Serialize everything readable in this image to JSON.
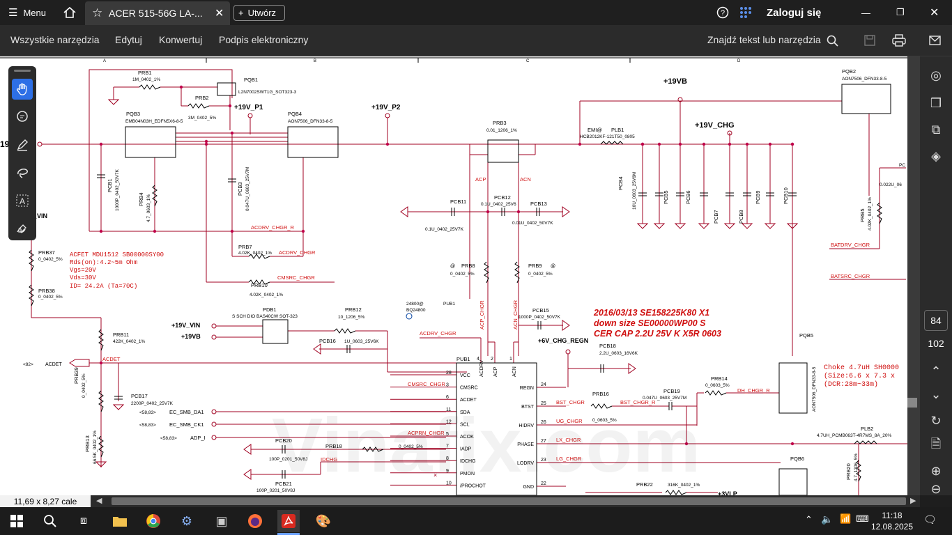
{
  "titlebar": {
    "menu_label": "Menu",
    "tab_title": "ACER 515-56G LA-...",
    "create_label": "Utwórz",
    "login_label": "Zaloguj się"
  },
  "menubar": {
    "all_tools": "Wszystkie narzędzia",
    "edit": "Edytuj",
    "convert": "Konwertuj",
    "esign": "Podpis elektroniczny",
    "search_label": "Znajdź tekst lub narzędzia"
  },
  "pagination": {
    "current": "84",
    "total": "102"
  },
  "statusbar": {
    "page_size": "11,69 x 8,27 cale"
  },
  "taskbar": {
    "time": "11:18",
    "date": "12.08.2025"
  },
  "schematic": {
    "watermark": "Vinafix.com",
    "border_letters": [
      "A",
      "B",
      "C",
      "D"
    ],
    "labels": [
      {
        "id": "prb1",
        "text": "PRB1"
      },
      {
        "id": "prb1v",
        "text": "1M_0402_1%"
      },
      {
        "id": "pqb1",
        "text": "PQB1"
      },
      {
        "id": "pqb1v",
        "text": "L2N7002SWT1G_SOT323-3"
      },
      {
        "id": "prb2",
        "text": "PRB2"
      },
      {
        "id": "prb2v",
        "text": "3M_0402_5%"
      },
      {
        "id": "p19vp1",
        "text": "+19V_P1"
      },
      {
        "id": "p19vp2",
        "text": "+19V_P2"
      },
      {
        "id": "pqb3",
        "text": "PQB3"
      },
      {
        "id": "pqb3v",
        "text": "EMB04N03H_EDFN5X6-8-5"
      },
      {
        "id": "pqb4",
        "text": "PQB4"
      },
      {
        "id": "pqb4v",
        "text": "AON7506_DFN33-8-5"
      },
      {
        "id": "prb3",
        "text": "PRB3"
      },
      {
        "id": "prb3v",
        "text": "0.01_1206_1%"
      },
      {
        "id": "p19vb",
        "text": "+19VB"
      },
      {
        "id": "pqb2",
        "text": "PQB2"
      },
      {
        "id": "pqb2v",
        "text": "AON7506_DFN33-8-5"
      },
      {
        "id": "p19vchg",
        "text": "+19V_CHG"
      },
      {
        "id": "emi",
        "text": "EMI@"
      },
      {
        "id": "plb1",
        "text": "PLB1"
      },
      {
        "id": "plb1v",
        "text": "HCB2012KF-121T50_0805"
      },
      {
        "id": "pcb1",
        "text": "PCB1"
      },
      {
        "id": "pcb1v",
        "text": "1000P_0402_50V7K"
      },
      {
        "id": "prb4",
        "text": "PRB4"
      },
      {
        "id": "prb4v",
        "text": "4.7_0603_1%"
      },
      {
        "id": "pcb3",
        "text": "PCB3"
      },
      {
        "id": "pcb3v",
        "text": "0.047U_0603_25V7M"
      },
      {
        "id": "acp",
        "text": "ACP"
      },
      {
        "id": "acn",
        "text": "ACN"
      },
      {
        "id": "pcb11",
        "text": "PCB11"
      },
      {
        "id": "pcb11v",
        "text": "0.1U_0402_25V7K"
      },
      {
        "id": "pcb12",
        "text": "PCB12"
      },
      {
        "id": "pcb12v",
        "text": "0.1U_0402_25V6"
      },
      {
        "id": "pcb13",
        "text": "PCB13"
      },
      {
        "id": "pcb13v",
        "text": "0.01U_0402_50V7K"
      },
      {
        "id": "pcb4",
        "text": "PCB4"
      },
      {
        "id": "pcb4v",
        "text": "10U_0603_25V6M"
      },
      {
        "id": "pcb5",
        "text": "PCB5"
      },
      {
        "id": "pcb6",
        "text": "PCB6"
      },
      {
        "id": "pcb7",
        "text": "PCB7"
      },
      {
        "id": "pcb8",
        "text": "PCB8"
      },
      {
        "id": "pcb9",
        "text": "PCB9"
      },
      {
        "id": "pcb10",
        "text": "PCB10"
      },
      {
        "id": "acdrv",
        "text": "ACDRV_CHGR_R"
      },
      {
        "id": "acdrv2",
        "text": "ACDRV_CHGR"
      },
      {
        "id": "prb7",
        "text": "PRB7"
      },
      {
        "id": "prb7v",
        "text": "4.02K_0402_1%"
      },
      {
        "id": "prb37",
        "text": "PRB37"
      },
      {
        "id": "prb37v",
        "text": "0_0402_5%"
      },
      {
        "id": "prb38",
        "text": "PRB38"
      },
      {
        "id": "prb38v",
        "text": "0_0402_5%"
      },
      {
        "id": "note1",
        "text": "ACFET MDU1512 SB00000SY00"
      },
      {
        "id": "note2",
        "text": "Rds(on):4.2~5m Ohm"
      },
      {
        "id": "note3",
        "text": "Vgs=20V"
      },
      {
        "id": "note4",
        "text": "Vds=30V"
      },
      {
        "id": "note5",
        "text": "ID= 24.2A (Ta=70C)"
      },
      {
        "id": "vin",
        "text": "_VIN"
      },
      {
        "id": "v19",
        "text": "19"
      },
      {
        "id": "prb10",
        "text": "PRB10"
      },
      {
        "id": "prb10v",
        "text": "4.02K_0402_1%"
      },
      {
        "id": "cmsrc",
        "text": "CMSRC_CHGR"
      },
      {
        "id": "prb8",
        "text": "PRB8"
      },
      {
        "id": "prb8v",
        "text": "0_0402_5%"
      },
      {
        "id": "prb9",
        "text": "PRB9"
      },
      {
        "id": "prb9v",
        "text": "0_0402_5%"
      },
      {
        "id": "pub1",
        "text": "PUB1"
      },
      {
        "id": "bq",
        "text": "24800@"
      },
      {
        "id": "bq2",
        "text": "BQ24800"
      },
      {
        "id": "acpchgr",
        "text": "ACP_CHGR"
      },
      {
        "id": "acnchgr",
        "text": "ACN_CHGR"
      },
      {
        "id": "pcb15",
        "text": "PCB15"
      },
      {
        "id": "pcb15v",
        "text": "1000P_0402_50V7K"
      },
      {
        "id": "red1",
        "text": "2016/03/13   SE158225K80  X1"
      },
      {
        "id": "red2",
        "text": "down size SE00000WP00  S"
      },
      {
        "id": "red3",
        "text": "CER CAP 2.2U 25V K X5R 0603"
      },
      {
        "id": "pdb1",
        "text": "PDB1"
      },
      {
        "id": "pdb1v",
        "text": "S SCH DIO BAS40CW SOT-323"
      },
      {
        "id": "prb12",
        "text": "PRB12"
      },
      {
        "id": "prb12v",
        "text": "10_1206_5%"
      },
      {
        "id": "p19vin",
        "text": "+19V_VIN"
      },
      {
        "id": "p19vb2",
        "text": "+19VB"
      },
      {
        "id": "pcb16",
        "text": "PCB16"
      },
      {
        "id": "pcb16v",
        "text": "1U_0603_25V6K"
      },
      {
        "id": "acdrvchgr",
        "text": "ACDRV_CHGR"
      },
      {
        "id": "p6vchg",
        "text": "+6V_CHG_REGN"
      },
      {
        "id": "pcb18",
        "text": "PCB18"
      },
      {
        "id": "pcb18v",
        "text": "2.2U_0603_16V6K"
      },
      {
        "id": "prb11",
        "text": "PRB11"
      },
      {
        "id": "prb11v",
        "text": "422K_0402_1%"
      },
      {
        "id": "acdet",
        "text": "ACDET"
      },
      {
        "id": "acdet2",
        "text": "ACDET"
      },
      {
        "id": "n82",
        "text": "<82>"
      },
      {
        "id": "prb39",
        "text": "PRB39"
      },
      {
        "id": "prb39v",
        "text": "0_0402_5%"
      },
      {
        "id": "pcb17",
        "text": "PCB17"
      },
      {
        "id": "pcb17v",
        "text": "2200P_0402_25V7K"
      },
      {
        "id": "prb13",
        "text": "PRB13"
      },
      {
        "id": "prb13v",
        "text": "66.5K_0402_1%"
      },
      {
        "id": "ecda",
        "text": "EC_SMB_DA1"
      },
      {
        "id": "ecck",
        "text": "EC_SMB_CK1"
      },
      {
        "id": "adp",
        "text": "ADP_I"
      },
      {
        "id": "r5883a",
        "text": "<58,83>"
      },
      {
        "id": "r5883b",
        "text": "<58,83>"
      },
      {
        "id": "r5883c",
        "text": "<58,83>"
      },
      {
        "id": "cmsrc2",
        "text": "CMSRC_CHGR"
      },
      {
        "id": "acprn",
        "text": "ACPRN_CHGR"
      },
      {
        "id": "pcb20",
        "text": "PCB20"
      },
      {
        "id": "pcb20v",
        "text": "100P_0201_50V8J"
      },
      {
        "id": "prb18",
        "text": "PRB18"
      },
      {
        "id": "prb18v",
        "text": "0_0402_5%"
      },
      {
        "id": "idchg",
        "text": "IDCHG"
      },
      {
        "id": "pcb21",
        "text": "PCB21"
      },
      {
        "id": "pcb21v",
        "text": "100P_0201_50V8J"
      },
      {
        "id": "pqb5",
        "text": "PQB5"
      },
      {
        "id": "pqb5v",
        "text": "AON7506_DFN33-8-5"
      },
      {
        "id": "choke1",
        "text": "Choke 4.7uH SH0000"
      },
      {
        "id": "choke2",
        "text": "(Size:6.6 x 7.3 x"
      },
      {
        "id": "choke3",
        "text": "(DCR:28m~33m)"
      },
      {
        "id": "prb14",
        "text": "PRB14"
      },
      {
        "id": "prb14v",
        "text": "0_0603_5%"
      },
      {
        "id": "dhchg",
        "text": "DH_CHGR_R"
      },
      {
        "id": "pcb19",
        "text": "PCB19"
      },
      {
        "id": "pcb19v",
        "text": "0.047U_0603_25V7M"
      },
      {
        "id": "prb16",
        "text": "PRB16"
      },
      {
        "id": "prb16v",
        "text": "0_0603_5%"
      },
      {
        "id": "bstchgr",
        "text": "BST_CHGR"
      },
      {
        "id": "bstchgrr",
        "text": "BST_CHGR_R"
      },
      {
        "id": "ugchgr",
        "text": "UG_CHGR"
      },
      {
        "id": "lxchgr",
        "text": "LX_CHGR"
      },
      {
        "id": "lgchgr",
        "text": "LG_CHGR"
      },
      {
        "id": "plb2",
        "text": "PLB2"
      },
      {
        "id": "plb2v",
        "text": "4.7UH_PCMB063T-4R7MS_8A_20%"
      },
      {
        "id": "pqb6",
        "text": "PQB6"
      },
      {
        "id": "prb20",
        "text": "PRB20"
      },
      {
        "id": "prb20v",
        "text": "4.7_1206_5%"
      },
      {
        "id": "prb22",
        "text": "PRB22"
      },
      {
        "id": "prb22v",
        "text": "316K_0402_1%"
      },
      {
        "id": "p3vlp",
        "text": "+3VLP"
      },
      {
        "id": "prb5",
        "text": "PRB5"
      },
      {
        "id": "prb5v",
        "text": "4.02K_0402_1%"
      },
      {
        "id": "batdrv",
        "text": "BATDRV_CHGR"
      },
      {
        "id": "batsrc",
        "text": "BATSRC_CHGR"
      },
      {
        "id": "c0022",
        "text": "0.022U_06"
      },
      {
        "id": "pcx",
        "text": "PC"
      }
    ],
    "ic_pins_left": [
      {
        "name": "VCC",
        "num": "28"
      },
      {
        "name": "CMSRC",
        "num": "3"
      },
      {
        "name": "ACDET",
        "num": "6"
      },
      {
        "name": "SDA",
        "num": "11"
      },
      {
        "name": "SCL",
        "num": "12"
      },
      {
        "name": "ACOK",
        "num": "5"
      },
      {
        "name": "IADP",
        "num": "7"
      },
      {
        "name": "IDCHG",
        "num": "8"
      },
      {
        "name": "PMON",
        "num": "9"
      },
      {
        "name": "/PROCHOT",
        "num": "10"
      }
    ],
    "ic_pins_right": [
      {
        "name": "REGN",
        "num": "24"
      },
      {
        "name": "BTST",
        "num": "25"
      },
      {
        "name": "HIDRV",
        "num": "26"
      },
      {
        "name": "PHASE",
        "num": "27"
      },
      {
        "name": "LODRV",
        "num": "23"
      },
      {
        "name": "GND",
        "num": "22"
      }
    ],
    "ic_pins_top": [
      {
        "name": "ACDRV",
        "num": "4"
      },
      {
        "name": "ACP",
        "num": "2"
      },
      {
        "name": "ACN",
        "num": "1"
      }
    ]
  },
  "colors": {
    "wire": "#a00020",
    "dot": "#c0004a",
    "text": "#000000",
    "red_note": "#d01010",
    "window_bg": "#1f1f1f"
  },
  "icons": [
    "home-icon",
    "star-icon",
    "close-icon",
    "plus-icon",
    "help-icon",
    "apps-icon",
    "minimize-icon",
    "maximize-icon",
    "window-close-icon",
    "save-icon",
    "print-icon",
    "mail-icon",
    "search-icon",
    "hand-icon",
    "comment-icon",
    "pen-icon",
    "lasso-icon",
    "text-select-icon",
    "sign-icon"
  ]
}
